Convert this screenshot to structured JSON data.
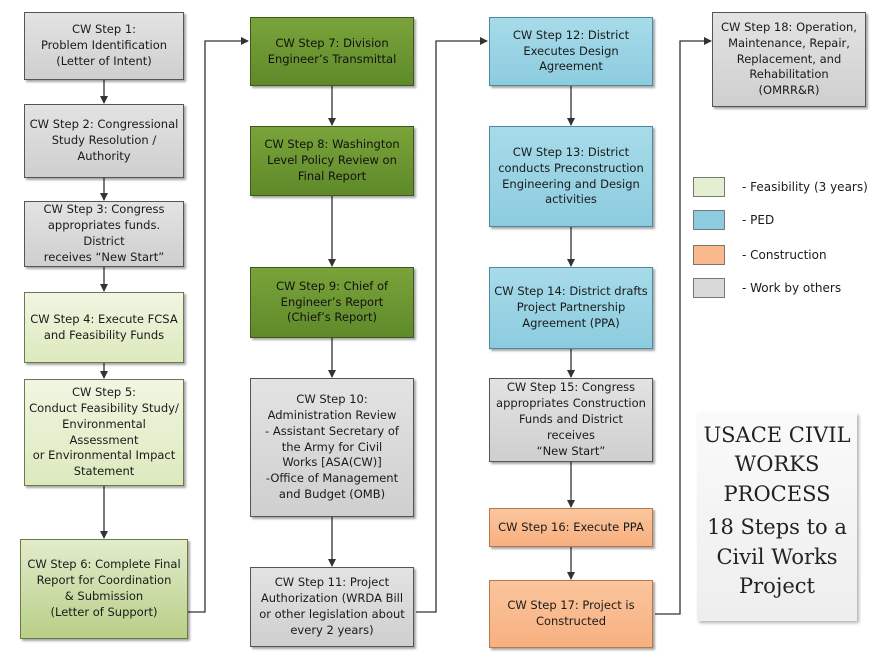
{
  "steps": [
    {
      "id": 1,
      "text": "CW Step 1:\nProblem Identification\n(Letter of Intent)"
    },
    {
      "id": 2,
      "text": "CW Step 2: Congressional\nStudy Resolution /\nAuthority"
    },
    {
      "id": 3,
      "text": "CW Step 3: Congress\nappropriates funds.  District\nreceives “New Start”"
    },
    {
      "id": 4,
      "text": "CW Step 4: Execute FCSA\nand Feasibility Funds"
    },
    {
      "id": 5,
      "text": "CW Step 5:\nConduct Feasibility Study/\nEnvironmental Assessment\nor Environmental Impact\nStatement"
    },
    {
      "id": 6,
      "text": "CW Step 6: Complete Final\nReport for Coordination\n& Submission\n(Letter of Support)"
    },
    {
      "id": 7,
      "text": "CW Step 7: Division\nEngineer’s Transmittal"
    },
    {
      "id": 8,
      "text": "CW Step 8: Washington\nLevel Policy Review on\nFinal Report"
    },
    {
      "id": 9,
      "text": "CW Step 9: Chief of\nEngineer’s Report\n(Chief’s Report)"
    },
    {
      "id": 10,
      "text": "CW Step 10:\nAdministration Review\n- Assistant Secretary of\nthe Army for Civil\nWorks [ASA(CW)]\n-Office of Management\nand Budget (OMB)"
    },
    {
      "id": 11,
      "text": "CW Step 11: Project\nAuthorization (WRDA Bill\nor other legislation about\nevery 2 years)"
    },
    {
      "id": 12,
      "text": "CW Step 12:  District\nExecutes Design\nAgreement"
    },
    {
      "id": 13,
      "text": "CW Step 13: District\nconducts Preconstruction\nEngineering and Design\nactivities"
    },
    {
      "id": 14,
      "text": "CW Step 14: District drafts\nProject Partnership\nAgreement (PPA)"
    },
    {
      "id": 15,
      "text": "CW Step 15:  Congress\nappropriates Construction\nFunds and District receives\n“New Start”"
    },
    {
      "id": 16,
      "text": "CW Step 16: Execute PPA"
    },
    {
      "id": 17,
      "text": "CW Step 17: Project is\nConstructed"
    },
    {
      "id": 18,
      "text": "CW Step 18: Operation,\nMaintenance, Repair,\nReplacement, and\nRehabilitation\n(OMRR&R)"
    }
  ],
  "legend": [
    {
      "label": "- Feasibility (3 years)",
      "color": "#e4eed0"
    },
    {
      "label": "- PED",
      "color": "#8ecde0"
    },
    {
      "label": "- Construction",
      "color": "#f9b98a"
    },
    {
      "label": "- Work by others",
      "color": "#d9d9d9"
    }
  ],
  "title": {
    "line1": "USACE CIVIL\nWORKS\nPROCESS",
    "line2": "18 Steps to a\nCivil Works\nProject"
  }
}
